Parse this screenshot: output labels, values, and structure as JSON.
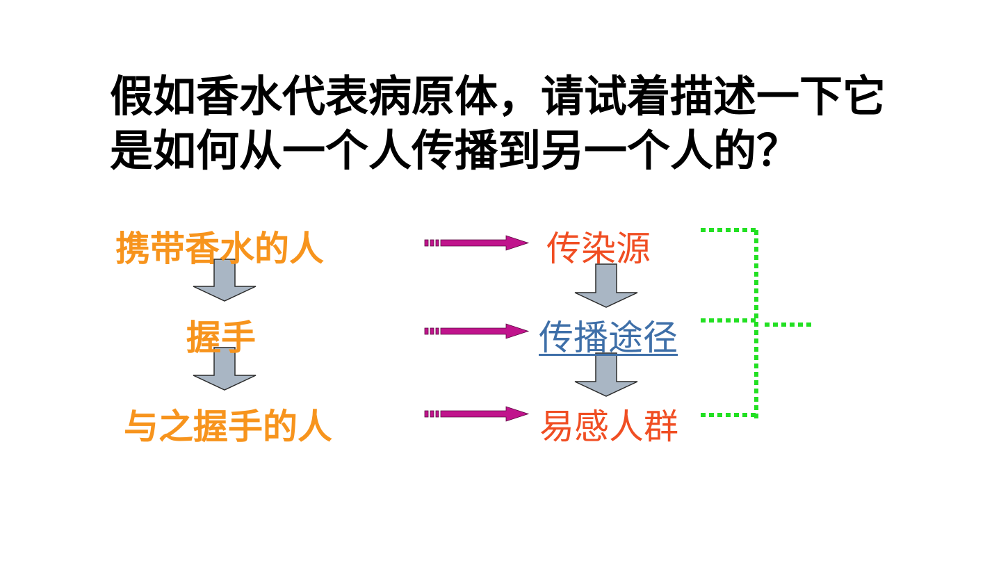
{
  "title": {
    "line1": "假如香水代表病原体，请试着描述一下它",
    "line2": "是如何从一个人传播到另一个人的？"
  },
  "left_chain": [
    {
      "label": "携带香水的人"
    },
    {
      "label": "握手"
    },
    {
      "label": "与之握手的人"
    }
  ],
  "right_chain": [
    {
      "label": "传染源"
    },
    {
      "label": "传播途径"
    },
    {
      "label": "易感人群"
    }
  ],
  "colors": {
    "left_text": "#F7941D",
    "right_red": "#F04E23",
    "right_blue": "#3E6FA8",
    "down_arrow_fill": "#A9B6C4",
    "down_arrow_stroke": "#2B2B2B",
    "mapping_arrow": "#C0148C",
    "bracket": "#22E022"
  },
  "icons": {
    "down_arrow": "down-block-arrow-icon",
    "mapping_arrow": "right-arrow-icon",
    "bracket": "dotted-bracket"
  }
}
